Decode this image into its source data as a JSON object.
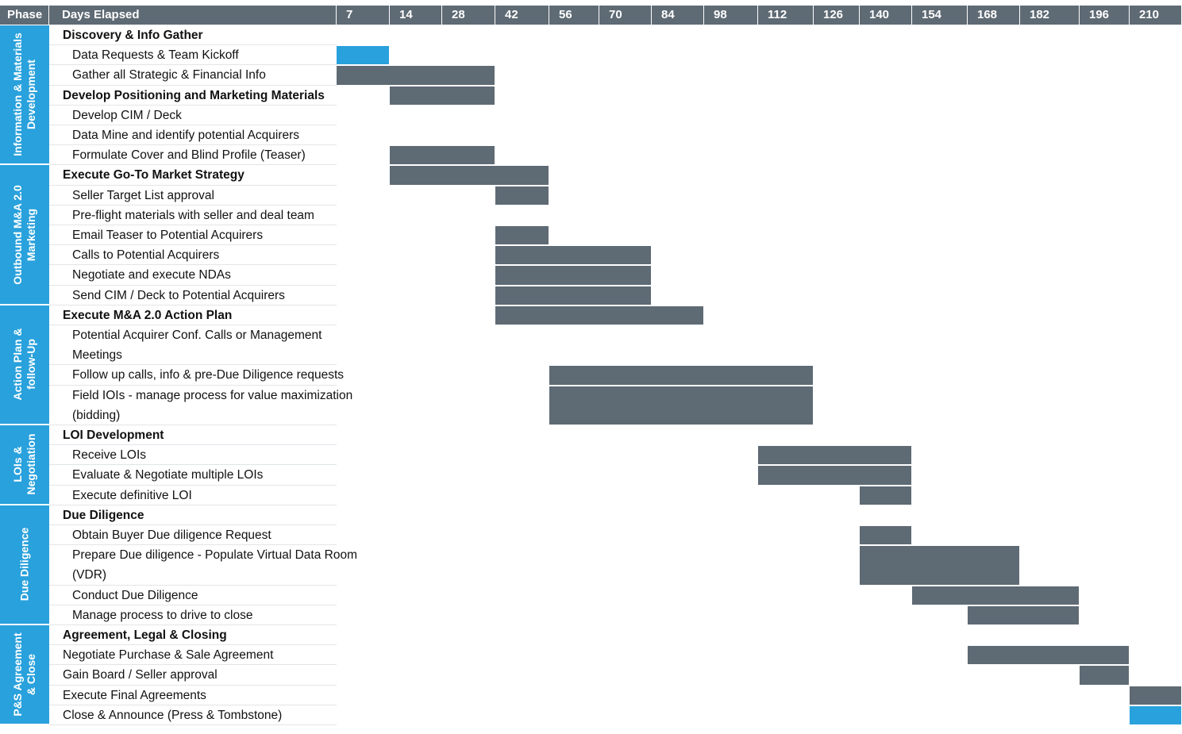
{
  "header": {
    "phase_label": "Phase",
    "days_label": "Days Elapsed"
  },
  "colors": {
    "header": "#5e6a74",
    "phase_band": "#29a1dc",
    "bar": "#5e6a74",
    "milestone": "#29a1dc"
  },
  "chart_data": {
    "type": "gantt",
    "x_label": "Days Elapsed",
    "x_ticks": [
      7,
      14,
      28,
      42,
      56,
      70,
      84,
      98,
      112,
      126,
      140,
      154,
      168,
      182,
      196,
      210
    ],
    "phases": [
      {
        "name": "Information & Materials Development",
        "lines": [
          "Information & Materials",
          "Development"
        ]
      },
      {
        "name": "Outbound M&A 2.0 Marketing",
        "lines": [
          "Outbound M&A 2.0",
          "Marketing"
        ]
      },
      {
        "name": "Action Plan & follow-Up",
        "lines": [
          "Action Plan &",
          "follow-Up"
        ]
      },
      {
        "name": "LOIs & Negotiation",
        "lines": [
          "LOIs &",
          "Negotiation"
        ]
      },
      {
        "name": "Due Diligence",
        "lines": [
          "Due Diligence"
        ]
      },
      {
        "name": "P&S Agreement & Close",
        "lines": [
          "P&S Agreement",
          "& Close"
        ]
      }
    ],
    "tasks": [
      {
        "phase": 0,
        "label": "Discovery & Info Gather",
        "bold": true,
        "lines": 1
      },
      {
        "phase": 0,
        "label": "Data Requests & Team Kickoff",
        "lines": 1,
        "bar": [
          7,
          14
        ],
        "milestone": true
      },
      {
        "phase": 0,
        "label": "Gather all Strategic & Financial Info",
        "lines": 1,
        "bar": [
          7,
          42
        ]
      },
      {
        "phase": 0,
        "label": "Develop Positioning and Marketing Materials",
        "bold": true,
        "lines": 1,
        "bar": [
          14,
          42
        ]
      },
      {
        "phase": 0,
        "label": "Develop CIM / Deck",
        "lines": 1
      },
      {
        "phase": 0,
        "label": "Data Mine and identify potential Acquirers",
        "lines": 1
      },
      {
        "phase": 0,
        "label": "Formulate Cover and Blind Profile (Teaser)",
        "lines": 1,
        "bar": [
          14,
          42
        ]
      },
      {
        "phase": 1,
        "label": "Execute Go-To Market Strategy",
        "bold": true,
        "lines": 1,
        "bar": [
          14,
          56
        ]
      },
      {
        "phase": 1,
        "label": "Seller Target List approval",
        "lines": 1,
        "bar": [
          42,
          56
        ]
      },
      {
        "phase": 1,
        "label": "Pre-flight materials with seller and deal team",
        "lines": 1
      },
      {
        "phase": 1,
        "label": "Email Teaser to Potential Acquirers",
        "lines": 1,
        "bar": [
          42,
          56
        ]
      },
      {
        "phase": 1,
        "label": "Calls to Potential Acquirers",
        "lines": 1,
        "bar": [
          42,
          84
        ]
      },
      {
        "phase": 1,
        "label": "Negotiate and execute NDAs",
        "lines": 1,
        "bar": [
          42,
          84
        ]
      },
      {
        "phase": 1,
        "label": "Send CIM / Deck to Potential Acquirers",
        "lines": 1,
        "bar": [
          42,
          84
        ]
      },
      {
        "phase": 2,
        "label": "Execute M&A 2.0 Action Plan",
        "bold": true,
        "lines": 1,
        "bar": [
          42,
          98
        ]
      },
      {
        "phase": 2,
        "label": "Potential Acquirer Conf. Calls or Management Meetings",
        "text_lines": [
          "Potential Acquirer Conf. Calls or Management",
          "Meetings"
        ],
        "lines": 2
      },
      {
        "phase": 2,
        "label": "Follow up calls, info & pre-Due Diligence requests",
        "lines": 1,
        "bar": [
          56,
          126
        ]
      },
      {
        "phase": 2,
        "label": "Field IOIs - manage process for value maximization (bidding)",
        "text_lines": [
          "Field IOIs - manage process for value maximization",
          "(bidding)"
        ],
        "lines": 2,
        "bar": [
          56,
          126
        ]
      },
      {
        "phase": 3,
        "label": "LOI Development",
        "bold": true,
        "lines": 1
      },
      {
        "phase": 3,
        "label": "Receive LOIs",
        "lines": 1,
        "bar": [
          112,
          154
        ]
      },
      {
        "phase": 3,
        "label": "Evaluate & Negotiate multiple LOIs",
        "lines": 1,
        "bar": [
          112,
          154
        ]
      },
      {
        "phase": 3,
        "label": "Execute definitive LOI",
        "lines": 1,
        "bar": [
          140,
          154
        ]
      },
      {
        "phase": 4,
        "label": "Due Diligence",
        "bold": true,
        "lines": 1
      },
      {
        "phase": 4,
        "label": "Obtain Buyer Due diligence Request",
        "lines": 1,
        "bar": [
          140,
          154
        ]
      },
      {
        "phase": 4,
        "label": "Prepare Due diligence - Populate Virtual Data Room (VDR)",
        "text_lines": [
          "Prepare Due diligence - Populate Virtual Data Room",
          "(VDR)"
        ],
        "lines": 2,
        "bar": [
          140,
          182
        ]
      },
      {
        "phase": 4,
        "label": "Conduct Due Diligence",
        "lines": 1,
        "bar": [
          154,
          196
        ]
      },
      {
        "phase": 4,
        "label": "Manage process to drive to close",
        "lines": 1,
        "bar": [
          168,
          196
        ]
      },
      {
        "phase": 5,
        "label": "Agreement, Legal & Closing",
        "bold": true,
        "lines": 1,
        "flush": true
      },
      {
        "phase": 5,
        "label": "Negotiate Purchase & Sale Agreement",
        "lines": 1,
        "flush": true,
        "bar": [
          168,
          210
        ]
      },
      {
        "phase": 5,
        "label": "Gain Board / Seller approval",
        "lines": 1,
        "flush": true,
        "bar": [
          196,
          210
        ]
      },
      {
        "phase": 5,
        "label": "Execute Final Agreements",
        "lines": 1,
        "flush": true,
        "bar": [
          210,
          224
        ]
      },
      {
        "phase": 5,
        "label": "Close & Announce (Press & Tombstone)",
        "lines": 1,
        "flush": true,
        "bar": [
          210,
          224
        ],
        "milestone": true
      }
    ]
  }
}
